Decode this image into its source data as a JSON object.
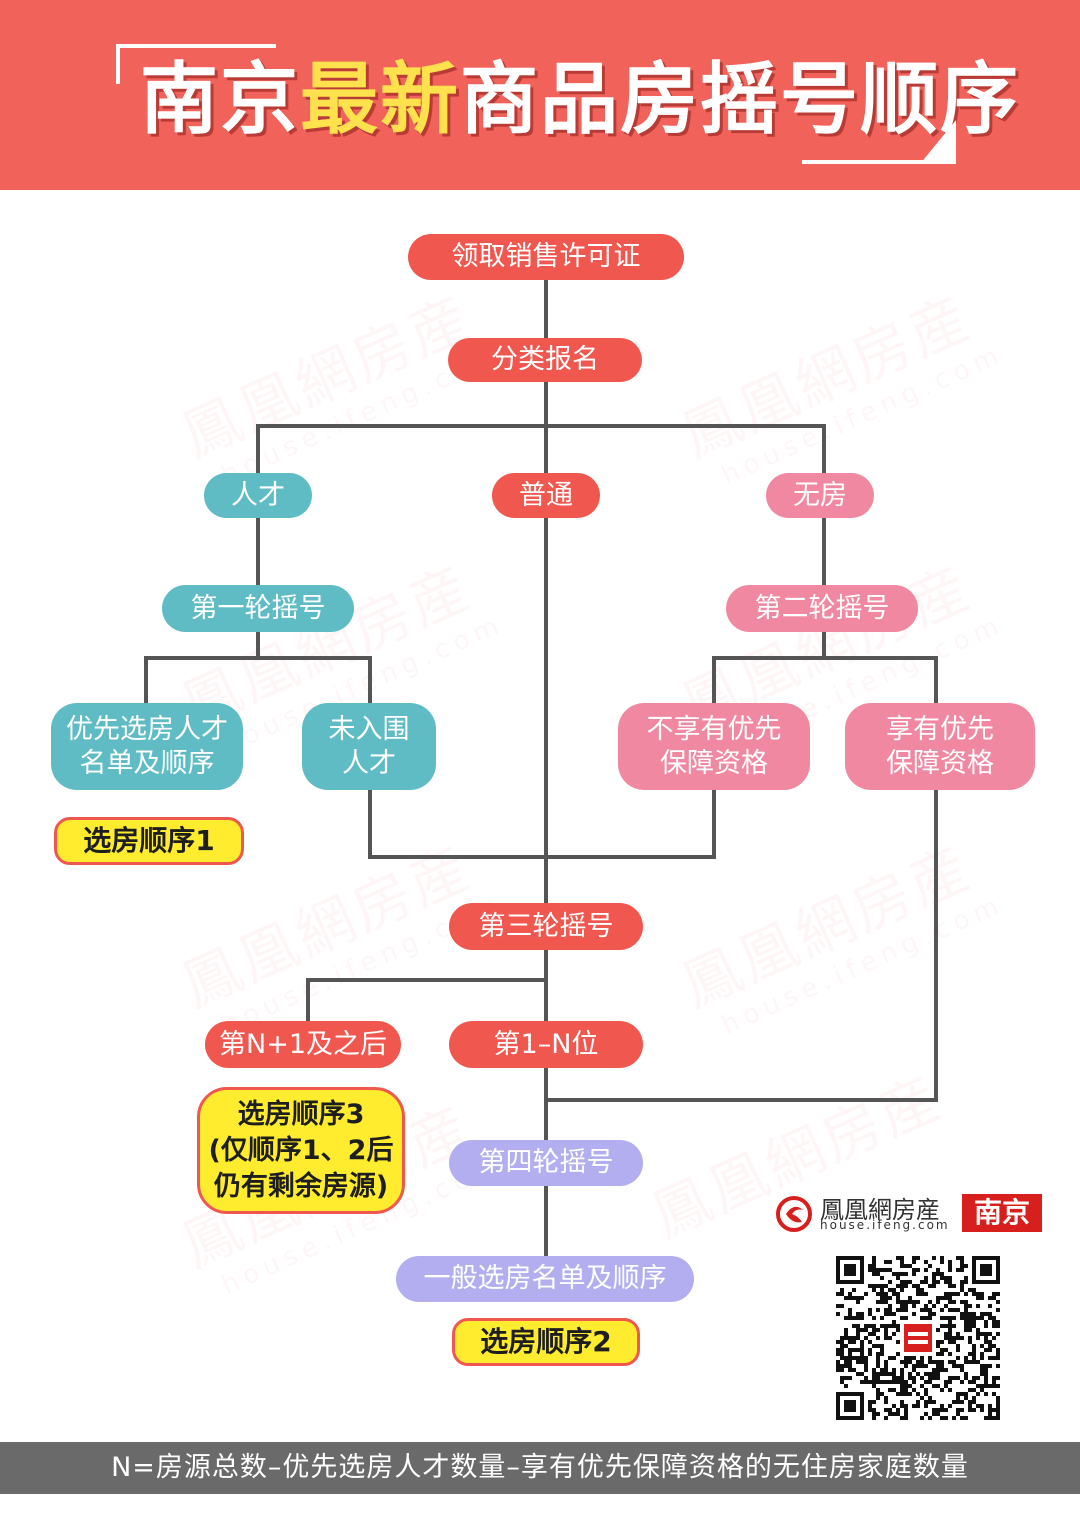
{
  "header": {
    "title_part1": "南京",
    "title_highlight": "最新",
    "title_part2": "商品房摇号顺序"
  },
  "nodes": {
    "license": "领取销售许可证",
    "register": "分类报名",
    "talent": "人才",
    "ordinary": "普通",
    "no_house": "无房",
    "round1": "第一轮摇号",
    "round2": "第二轮摇号",
    "talent_priority_line1": "优先选房人才",
    "talent_priority_line2": "名单及顺序",
    "not_shortlisted_line1": "未入围",
    "not_shortlisted_line2": "人才",
    "no_priority_line1": "不享有优先",
    "no_priority_line2": "保障资格",
    "has_priority_line1": "享有优先",
    "has_priority_line2": "保障资格",
    "order1": "选房顺序1",
    "round3": "第三轮摇号",
    "after_n": "第N+1及之后",
    "first_n": "第1–N位",
    "order3_line1": "选房顺序3",
    "order3_line2": "(仅顺序1、2后",
    "order3_line3": "仍有剩余房源)",
    "round4": "第四轮摇号",
    "general_list": "一般选房名单及顺序",
    "order2": "选房顺序2"
  },
  "logo": {
    "name": "鳳凰網房産",
    "url": "house.ifeng.com",
    "city": "南京",
    "icon": "ifeng-phoenix-icon"
  },
  "qr_code": {
    "icon": "qr-code"
  },
  "watermark": {
    "text": "鳳凰網房産",
    "url": "house.ifeng.com"
  },
  "footer": {
    "formula": "N=房源总数–优先选房人才数量–享有优先保障资格的无住房家庭数量"
  },
  "colors": {
    "header_bg": "#f1635a",
    "title_highlight": "#ffe14d",
    "red_node": "#f0574f",
    "teal_node": "#5fbcc4",
    "pink_node": "#f088a1",
    "lavender_node": "#b3aef0",
    "yellow_node": "#ffec2e",
    "connector": "#555555",
    "footer_bg": "#6a6a6a"
  }
}
